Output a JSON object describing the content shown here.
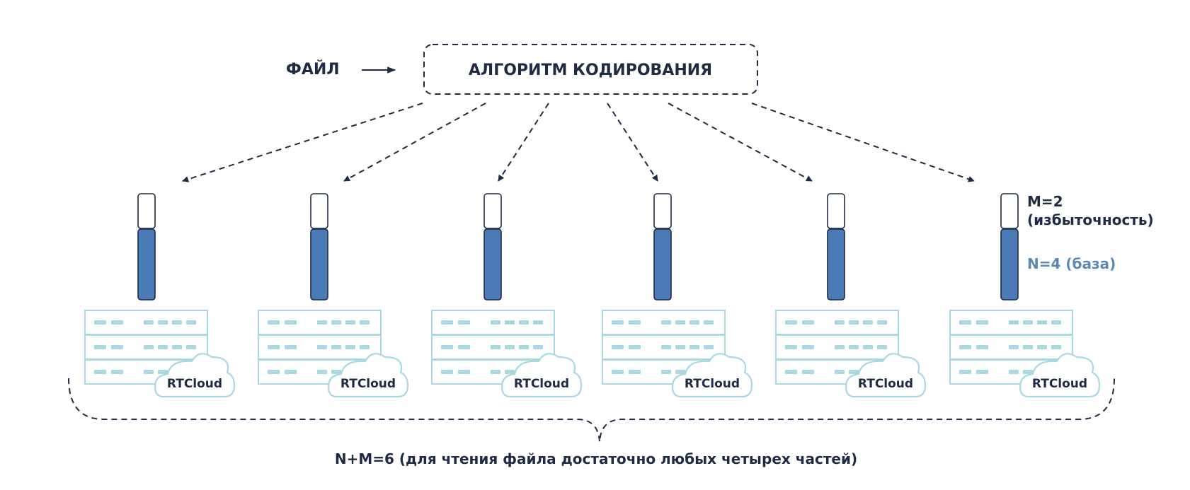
{
  "input": {
    "label": "ФАЙЛ"
  },
  "algorithm": {
    "label": "АЛГОРИТМ КОДИРОВАНИЯ"
  },
  "legend": {
    "parity_line1": "M=2",
    "parity_line2": "(избыточность)",
    "data_label": "N=4 (база)"
  },
  "nodes": [
    {
      "cloud_label": "RTCloud"
    },
    {
      "cloud_label": "RTCloud"
    },
    {
      "cloud_label": "RTCloud"
    },
    {
      "cloud_label": "RTCloud"
    },
    {
      "cloud_label": "RTCloud"
    },
    {
      "cloud_label": "RTCloud"
    }
  ],
  "footer": {
    "caption": "N+M=6 (для чтения файла достаточно любых четырех частей)"
  },
  "colors": {
    "dark": "#1f2a44",
    "data_block": "#4a7bb7",
    "server": "#a8d8e2",
    "data_label": "#5b87b3"
  }
}
